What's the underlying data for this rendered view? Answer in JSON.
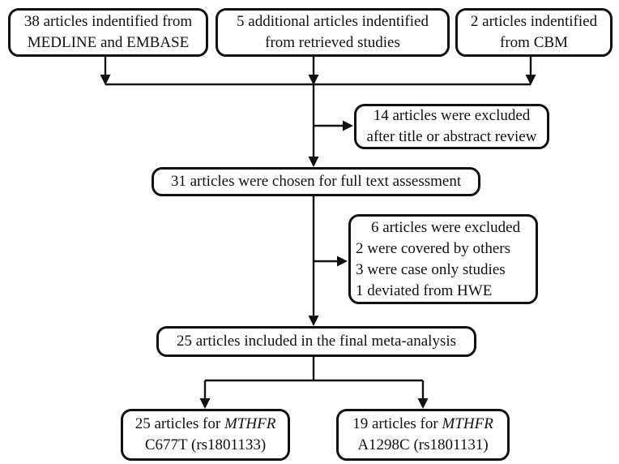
{
  "diagram": {
    "kind": "article-selection-flowchart",
    "colors": {
      "ink": "#111111",
      "background": "#ffffff"
    },
    "boxes": {
      "medline": {
        "line1": "38 articles indentified from",
        "line2": "MEDLINE and EMBASE"
      },
      "retrieved": {
        "line1": "5 additional articles indentified",
        "line2": "from retrieved studies"
      },
      "cbm": {
        "line1": "2 articles indentified",
        "line2": "from CBM"
      },
      "excl1": {
        "line1": "14 articles were excluded",
        "line2": "after title or abstract review"
      },
      "fulltext": {
        "line1": "31 articles were chosen for full text assessment"
      },
      "excl2": {
        "line1": "6 articles were excluded",
        "line2": "2 were covered by others",
        "line3": "3 were case only studies",
        "line4": "1 deviated from HWE"
      },
      "final": {
        "line1": "25 articles included in the final meta-analysis"
      },
      "c677t": {
        "line1_prefix": "25 articles for ",
        "gene": "MTHFR",
        "line2": "C677T (rs1801133)"
      },
      "a1298c": {
        "line1_prefix": "19 articles for ",
        "gene": "MTHFR",
        "line2": "A1298C (rs1801131)"
      }
    }
  }
}
